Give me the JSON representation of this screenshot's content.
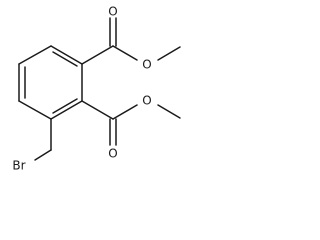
{
  "molecule": {
    "atoms": {
      "carbonyl_oxygen_top": "O",
      "ester_oxygen_top": "O",
      "carbonyl_oxygen_mid": "O",
      "ester_oxygen_mid": "O",
      "bromine": "Br"
    }
  }
}
